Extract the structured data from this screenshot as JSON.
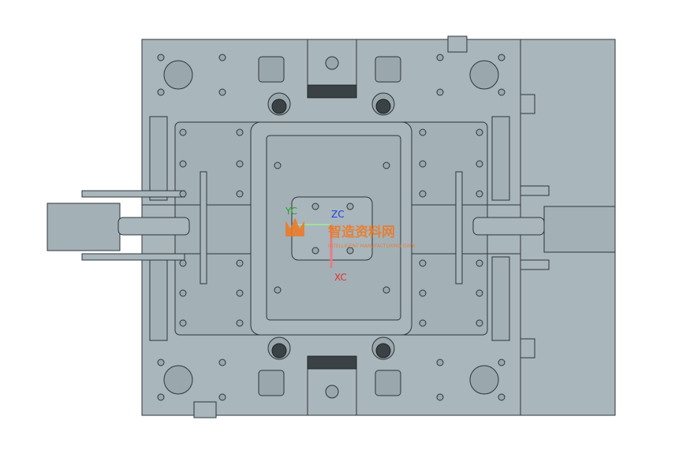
{
  "view": {
    "background": "#ffffff",
    "plate_color": "#a9b6bc",
    "edge_color": "#2e3538"
  },
  "csys": {
    "xc_label": "XC",
    "yc_label": "YC",
    "zc_label": "ZC",
    "xc_color": "#e03030",
    "yc_color": "#2aa02a",
    "zc_color": "#2040e0"
  },
  "watermark": {
    "title": "智造资料网",
    "subtitle": "INTELLIGENT MANUFACTURING DATA",
    "color": "#f07820"
  }
}
